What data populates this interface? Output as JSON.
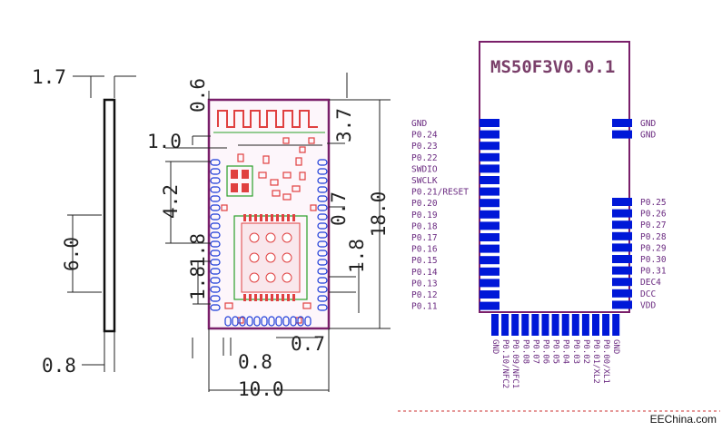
{
  "dimensions": {
    "d1": "1.7",
    "d2": "6.0",
    "d3": "0.8",
    "d4": "0.6",
    "d5": "1.0",
    "d6": "4.2",
    "d7": "1.8",
    "d8": "1.8",
    "d9": "0.8",
    "d10": "10.0",
    "d11": "3.7",
    "d12": "0.7",
    "d13": "18.0",
    "d14": "1.8",
    "d15": "0.7"
  },
  "module": {
    "title": "MS50F3V0.0.1",
    "left_pins": [
      "GND",
      "P0.24",
      "P0.23",
      "P0.22",
      "SWDIO",
      "SWCLK",
      "P0.21/RESET",
      "P0.20",
      "P0.19",
      "P0.18",
      "P0.17",
      "P0.16",
      "P0.15",
      "P0.14",
      "P0.13",
      "P0.12",
      "P0.11"
    ],
    "right_pins_top": [
      "GND",
      "GND"
    ],
    "right_pins_bottom": [
      "P0.25",
      "P0.26",
      "P0.27",
      "P0.28",
      "P0.29",
      "P0.30",
      "P0.31",
      "DEC4",
      "DCC",
      "VDD"
    ],
    "bottom_pins": [
      "GND",
      "P0.10/NFC2",
      "P0.09/NFC1",
      "P0.08",
      "P0.07",
      "P0.06",
      "P0.05",
      "P0.04",
      "P0.03",
      "P0.02",
      "P0.01/XL2",
      "P0.00/XL1",
      "GND"
    ]
  },
  "colors": {
    "outline": "#7a1f6a",
    "pad": "#0018d8",
    "trace": "#e04040",
    "green": "#2aa02a",
    "dim": "#222222"
  },
  "watermark": "EEChina.com"
}
